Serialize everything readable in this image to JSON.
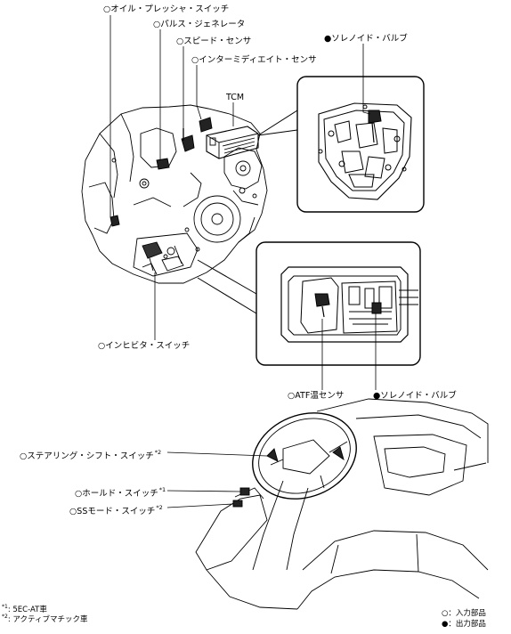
{
  "callouts": {
    "oil_pressure_switch": "○オイル・プレッシャ・スイッチ",
    "pulse_generator": "○パルス・ジェネレータ",
    "speed_sensor": "○スピード・センサ",
    "intermediate_sensor": "○インターミディエイト・センサ",
    "tcm": "TCM",
    "solenoid_valve_top": "●ソレノイド・バルブ",
    "inhibitor_switch": "○インヒビタ・スイッチ",
    "atf_temp_sensor": "○ATF温センサ",
    "solenoid_valve_bottom": "●ソレノイド・バルブ",
    "steering_shift_switch": "○ステアリング・シフト・スイッチ",
    "steering_shift_switch_ref": "*2",
    "hold_switch": "○ホールド・スイッチ",
    "hold_switch_ref": "*1",
    "ss_mode_switch": "○SSモード・スイッチ",
    "ss_mode_switch_ref": "*2"
  },
  "footnotes": {
    "n1_mark": "*1",
    "n1_text": ": 5EC-AT車",
    "n2_mark": "*2",
    "n2_text": ": アクティブマチック車"
  },
  "legend": {
    "input": "○：入力部品",
    "output": "●：出力部品"
  }
}
